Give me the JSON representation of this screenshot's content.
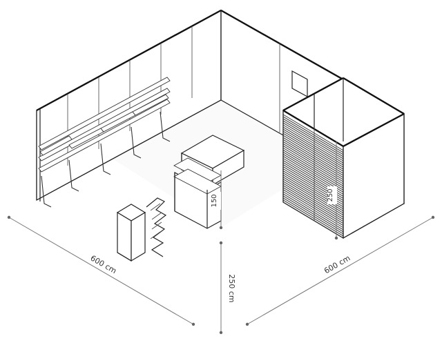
{
  "dimensions": {
    "left_width": "600 cm",
    "right_width": "600 cm",
    "height": "250 cm",
    "counter_height": "150",
    "cabin_height": "250"
  }
}
